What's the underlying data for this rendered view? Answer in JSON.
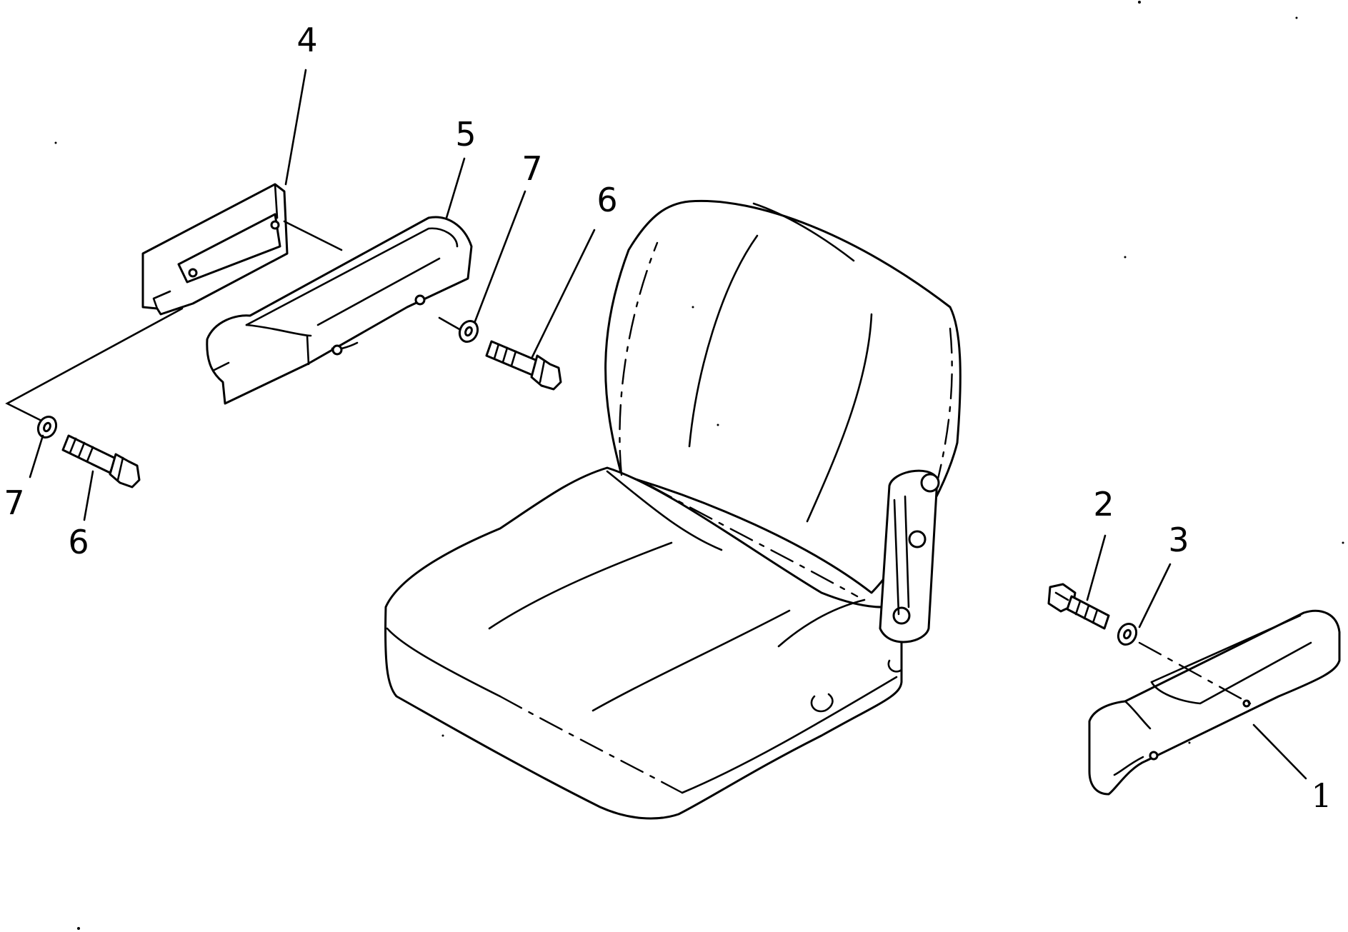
{
  "callouts": {
    "c1": "1",
    "c2": "2",
    "c3": "3",
    "c4": "4",
    "c5": "5",
    "c6a": "6",
    "c6b": "6",
    "c7a": "7",
    "c7b": "7"
  }
}
